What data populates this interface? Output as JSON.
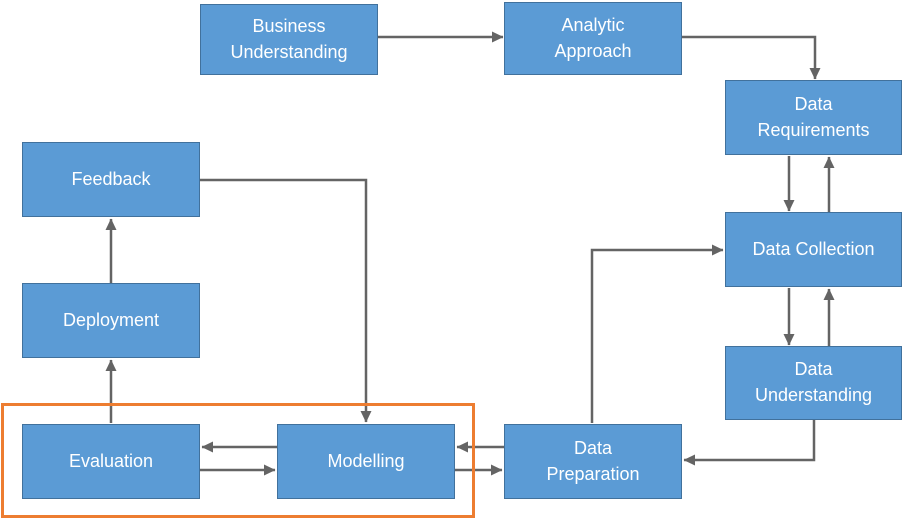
{
  "diagram": {
    "boxes": {
      "business_understanding": {
        "lines": [
          "Business",
          "Understanding"
        ]
      },
      "analytic_approach": {
        "lines": [
          "Analytic",
          "Approach"
        ]
      },
      "data_requirements": {
        "lines": [
          "Data",
          "Requirements"
        ]
      },
      "data_collection": {
        "lines": [
          "Data Collection"
        ]
      },
      "data_understanding": {
        "lines": [
          "Data",
          "Understanding"
        ]
      },
      "data_preparation": {
        "lines": [
          "Data",
          "Preparation"
        ]
      },
      "modelling": {
        "lines": [
          "Modelling"
        ]
      },
      "evaluation": {
        "lines": [
          "Evaluation"
        ]
      },
      "deployment": {
        "lines": [
          "Deployment"
        ]
      },
      "feedback": {
        "lines": [
          "Feedback"
        ]
      }
    },
    "edges": [
      {
        "from": "Business Understanding",
        "to": "Analytic Approach"
      },
      {
        "from": "Analytic Approach",
        "to": "Data Requirements"
      },
      {
        "from": "Data Requirements",
        "to": "Data Collection"
      },
      {
        "from": "Data Collection",
        "to": "Data Requirements"
      },
      {
        "from": "Data Collection",
        "to": "Data Understanding"
      },
      {
        "from": "Data Understanding",
        "to": "Data Collection"
      },
      {
        "from": "Data Understanding",
        "to": "Data Preparation"
      },
      {
        "from": "Data Preparation",
        "to": "Data Collection"
      },
      {
        "from": "Data Preparation",
        "to": "Modelling"
      },
      {
        "from": "Modelling",
        "to": "Data Preparation"
      },
      {
        "from": "Modelling",
        "to": "Evaluation"
      },
      {
        "from": "Evaluation",
        "to": "Modelling"
      },
      {
        "from": "Evaluation",
        "to": "Deployment"
      },
      {
        "from": "Deployment",
        "to": "Feedback"
      },
      {
        "from": "Feedback",
        "to": "Modelling"
      }
    ],
    "highlight": {
      "around": [
        "Evaluation",
        "Modelling"
      ],
      "color": "#ED7D31"
    },
    "colors": {
      "box_fill": "#5B9BD5",
      "box_border": "#41719C",
      "box_text": "#FFFFFF",
      "arrow": "#646464",
      "background": "#FFFFFF"
    }
  }
}
